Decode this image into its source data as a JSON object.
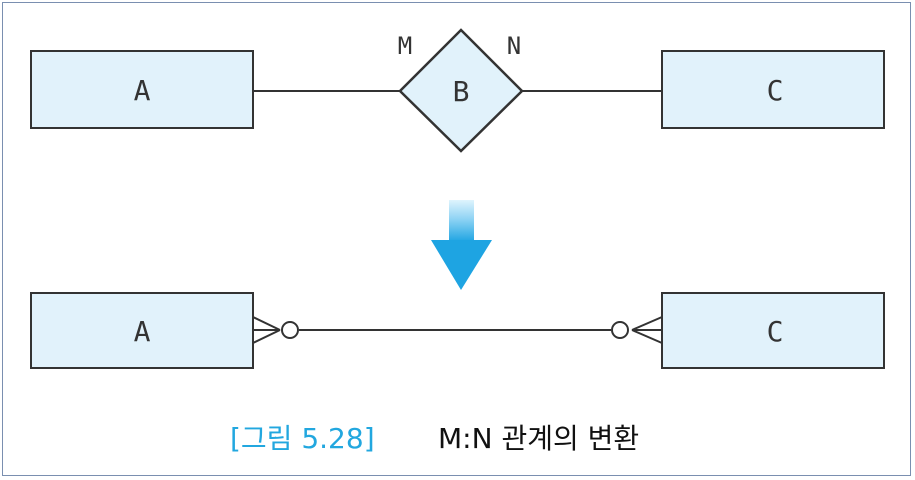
{
  "top": {
    "entity_left": "A",
    "relationship": "B",
    "entity_right": "C",
    "card_left": "M",
    "card_right": "N"
  },
  "bottom": {
    "entity_left": "A",
    "entity_right": "C"
  },
  "caption": {
    "figure_number": "[그림 5.28]",
    "text": "M:N 관계의 변환"
  },
  "colors": {
    "box_fill": "#e1f2fb",
    "outline": "#333333",
    "arrow_top": "#d8f2fc",
    "arrow_bottom": "#27a9e3",
    "caption_accent": "#22a7df"
  }
}
